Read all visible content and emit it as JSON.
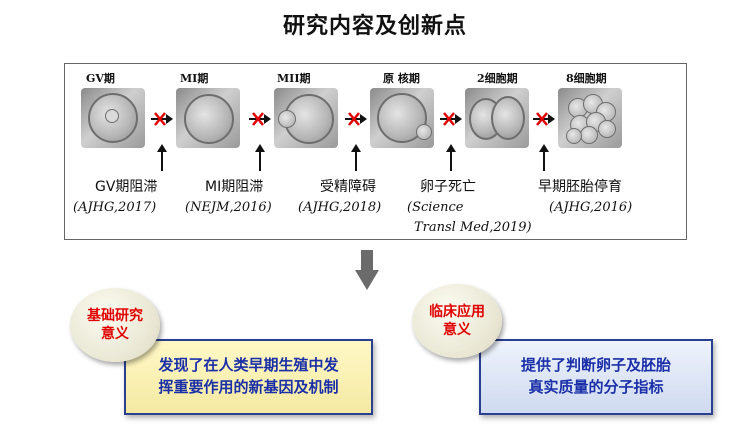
{
  "title": "研究内容及创新点",
  "stages": [
    {
      "label": "GV期",
      "phenotype": "GV期阻滞",
      "citation": "(AJHG,2017)"
    },
    {
      "label": "MI期",
      "phenotype": "MI期阻滞",
      "citation": "(NEJM,2016)"
    },
    {
      "label": "MII期",
      "phenotype": "受精障碍",
      "citation": "(AJHG,2018)"
    },
    {
      "label": "原 核期",
      "phenotype": "卵子死亡",
      "citation_line1": "(Science",
      "citation_line2": "Transl Med,2019)"
    },
    {
      "label": "2细胞期",
      "phenotype": "早期胚胎停育",
      "citation": "(AJHG,2016)"
    },
    {
      "label": "8细胞期"
    }
  ],
  "basic": {
    "bubble_line1": "基础研究",
    "bubble_line2": "意义",
    "text_line1": "发现了在人类早期生殖中发",
    "text_line2": "挥重要作用的新基因及机制"
  },
  "clinical": {
    "bubble_line1": "临床应用",
    "bubble_line2": "意义",
    "text_line1": "提供了判断卵子及胚胎",
    "text_line2": "真实质量的分子指标"
  },
  "colors": {
    "accent_red": "#e00000",
    "box_blue": "#1a2fa8"
  }
}
